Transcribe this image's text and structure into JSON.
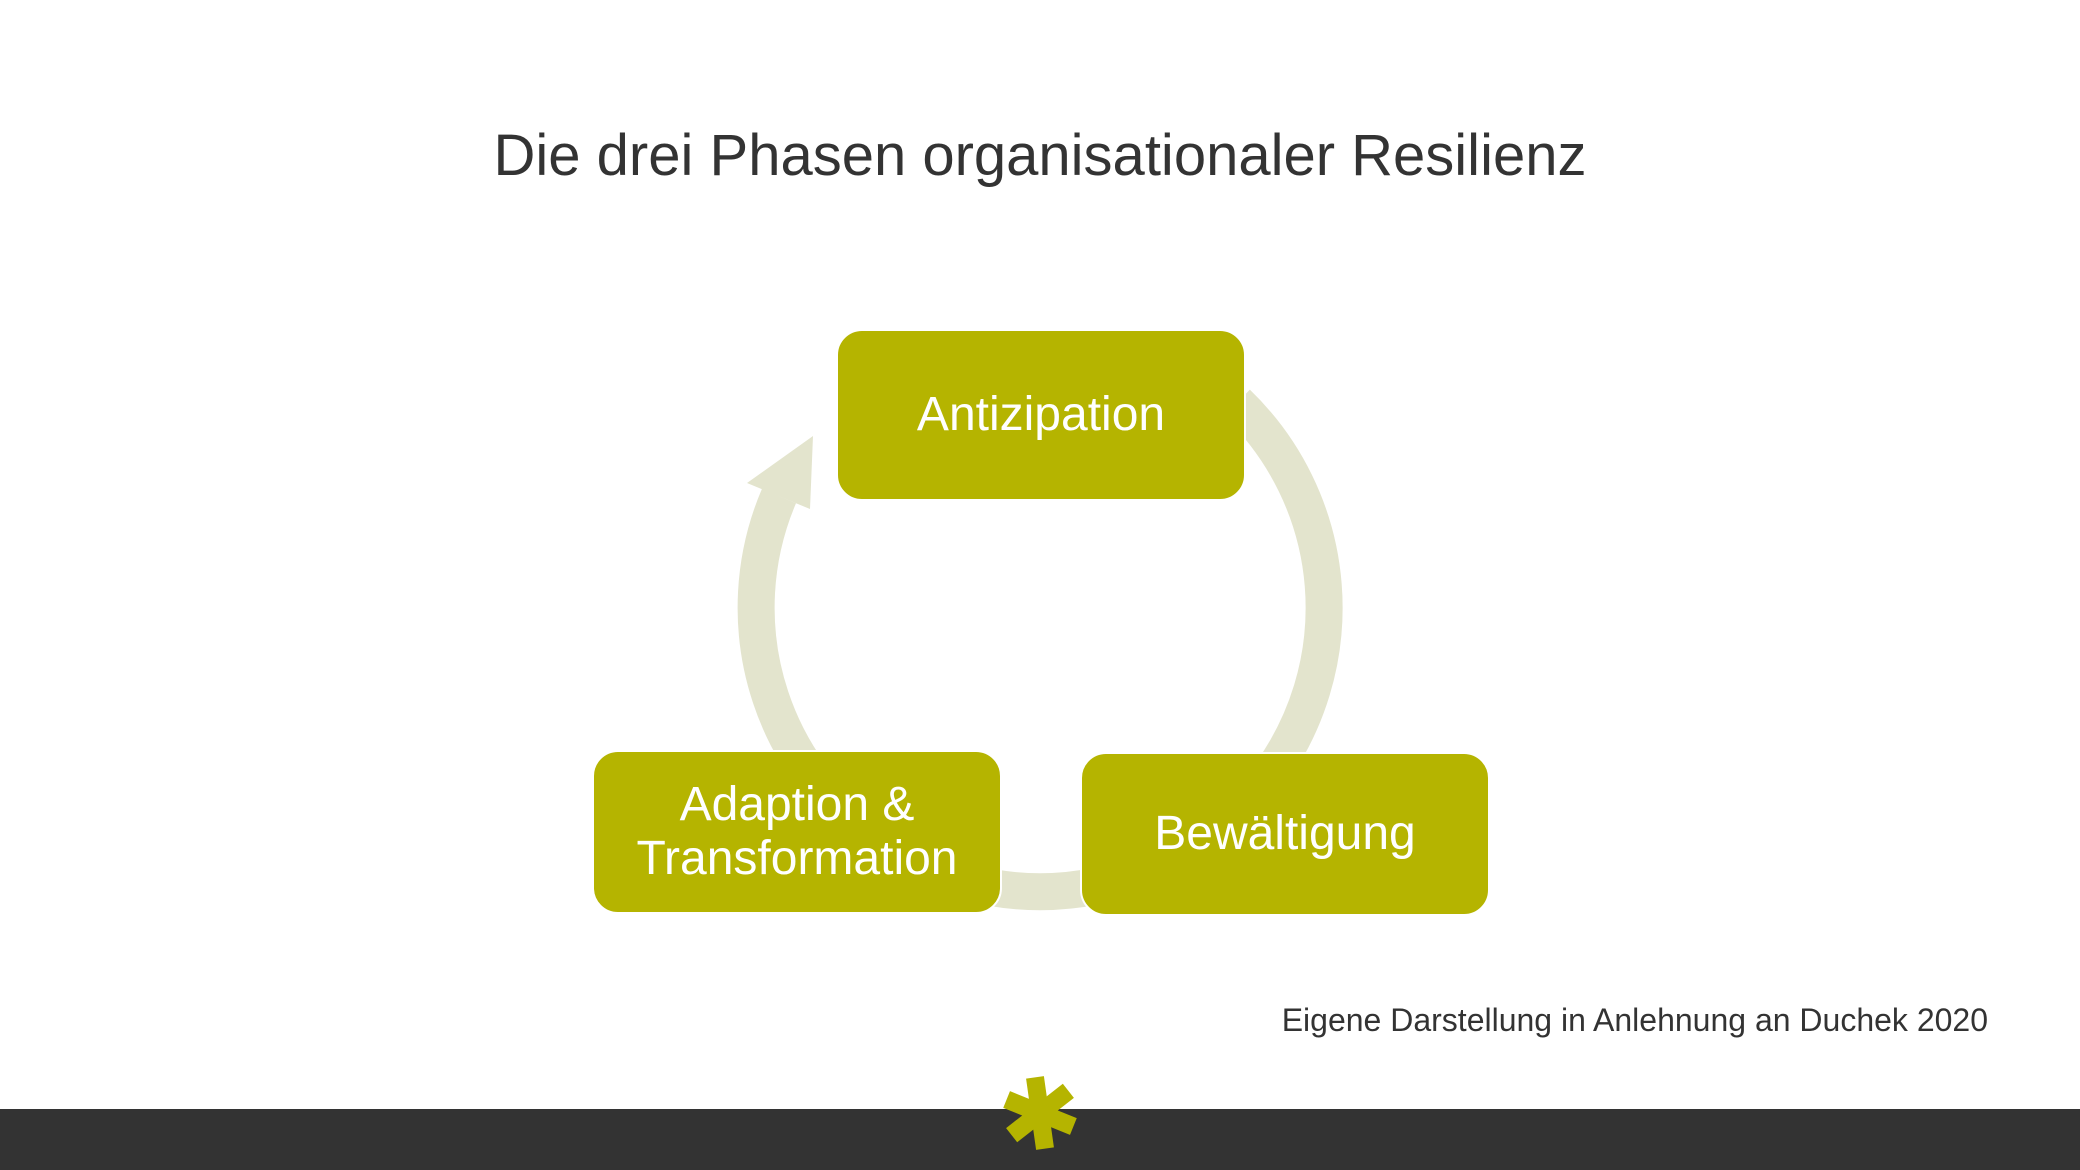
{
  "slide": {
    "title": "Die drei Phasen organisationaler Resilienz",
    "phases": [
      {
        "label": "Antizipation"
      },
      {
        "label": "Bewältigung"
      },
      {
        "label_line1": "Adaption &",
        "label_line2": "Transformation"
      }
    ],
    "caption": "Eigene Darstellung in Anlehnung an Duchek 2020"
  },
  "colors": {
    "accent": "#b5b400",
    "ring": "#e3e4cd",
    "footer": "#333333"
  }
}
